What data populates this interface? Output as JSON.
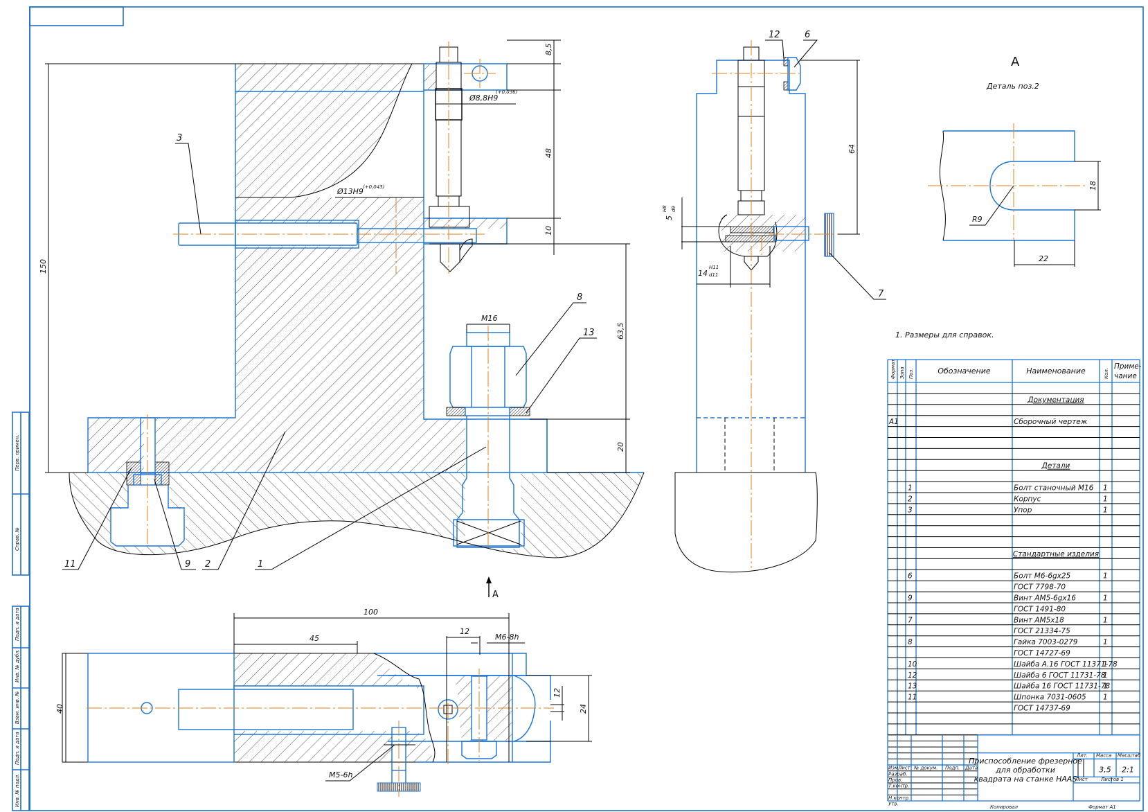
{
  "drawing": {
    "title_lines": [
      "Приспособление фрезерное",
      "для обработки",
      "квадрата на станке HAAS"
    ],
    "note": "1. Размеры для справок.",
    "view_label": "А",
    "view_arrow_label": "А",
    "detail_caption": "Деталь поз.2"
  },
  "dimensions": {
    "front_view": [
      "8,5",
      "48",
      "10",
      "63,5",
      "20",
      "150",
      "М16"
    ],
    "bore_top": "Ø8,8H9",
    "bore_top_tol": "(+0,036)",
    "bore_mid": "Ø13H9",
    "bore_mid_tol": "(+0,043)",
    "side_view": [
      "64"
    ],
    "side_fit_1": "5",
    "side_fit_1_frac_top": "H8",
    "side_fit_1_frac_bot": "d9",
    "side_fit_2": "14",
    "side_fit_2_frac_top": "H11",
    "side_fit_2_frac_bot": "d11",
    "detail": [
      "18",
      "22",
      "R9"
    ],
    "plan_view": [
      "100",
      "45",
      "12",
      "12",
      "24",
      "40",
      "М6-8h",
      "М5-6h"
    ]
  },
  "balloons": {
    "front": [
      "3",
      "8",
      "13",
      "11",
      "9",
      "2",
      "1"
    ],
    "side": [
      "12",
      "6",
      "7"
    ]
  },
  "side_stamp": [
    "Перв. примен.",
    "Справ. №",
    "Подп. и дата",
    "Инв. № дубл.",
    "Взам. инв. №",
    "Подп. и дата",
    "Инв. № подл."
  ],
  "spec_table": {
    "headers": [
      "Формат",
      "Зона",
      "Поз.",
      "Обозначение",
      "Наименование",
      "Кол.",
      "Приме-чание"
    ],
    "rows": [
      {
        "fmt": "",
        "zone": "",
        "pos": "",
        "designation": "",
        "name": "",
        "qty": "",
        "note": "",
        "section": false
      },
      {
        "fmt": "",
        "zone": "",
        "pos": "",
        "designation": "",
        "name": "Документация",
        "qty": "",
        "note": "",
        "section": true
      },
      {
        "fmt": "",
        "zone": "",
        "pos": "",
        "designation": "",
        "name": "",
        "qty": "",
        "note": "",
        "section": false
      },
      {
        "fmt": "А1",
        "zone": "",
        "pos": "",
        "designation": "",
        "name": "Сборочный чертеж",
        "qty": "",
        "note": "",
        "section": false
      },
      {
        "fmt": "",
        "zone": "",
        "pos": "",
        "designation": "",
        "name": "",
        "qty": "",
        "note": "",
        "section": false
      },
      {
        "fmt": "",
        "zone": "",
        "pos": "",
        "designation": "",
        "name": "",
        "qty": "",
        "note": "",
        "section": false
      },
      {
        "fmt": "",
        "zone": "",
        "pos": "",
        "designation": "",
        "name": "",
        "qty": "",
        "note": "",
        "section": false
      },
      {
        "fmt": "",
        "zone": "",
        "pos": "",
        "designation": "",
        "name": "Детали",
        "qty": "",
        "note": "",
        "section": true
      },
      {
        "fmt": "",
        "zone": "",
        "pos": "",
        "designation": "",
        "name": "",
        "qty": "",
        "note": "",
        "section": false
      },
      {
        "fmt": "",
        "zone": "",
        "pos": "1",
        "designation": "",
        "name": "Болт станочный М16",
        "qty": "1",
        "note": "",
        "section": false
      },
      {
        "fmt": "",
        "zone": "",
        "pos": "2",
        "designation": "",
        "name": "Корпус",
        "qty": "1",
        "note": "",
        "section": false
      },
      {
        "fmt": "",
        "zone": "",
        "pos": "3",
        "designation": "",
        "name": "Упор",
        "qty": "1",
        "note": "",
        "section": false
      },
      {
        "fmt": "",
        "zone": "",
        "pos": "",
        "designation": "",
        "name": "",
        "qty": "",
        "note": "",
        "section": false
      },
      {
        "fmt": "",
        "zone": "",
        "pos": "",
        "designation": "",
        "name": "",
        "qty": "",
        "note": "",
        "section": false
      },
      {
        "fmt": "",
        "zone": "",
        "pos": "",
        "designation": "",
        "name": "",
        "qty": "",
        "note": "",
        "section": false
      },
      {
        "fmt": "",
        "zone": "",
        "pos": "",
        "designation": "",
        "name": "Стандартные изделия",
        "qty": "",
        "note": "",
        "section": true
      },
      {
        "fmt": "",
        "zone": "",
        "pos": "",
        "designation": "",
        "name": "",
        "qty": "",
        "note": "",
        "section": false
      },
      {
        "fmt": "",
        "zone": "",
        "pos": "6",
        "designation": "",
        "name": "Болт М6-6gх25",
        "qty": "1",
        "note": "",
        "section": false
      },
      {
        "fmt": "",
        "zone": "",
        "pos": "",
        "designation": "",
        "name": "ГОСТ 7798-70",
        "qty": "",
        "note": "",
        "section": false
      },
      {
        "fmt": "",
        "zone": "",
        "pos": "9",
        "designation": "",
        "name": "Винт АМ5-6gх16",
        "qty": "1",
        "note": "",
        "section": false
      },
      {
        "fmt": "",
        "zone": "",
        "pos": "",
        "designation": "",
        "name": "ГОСТ 1491-80",
        "qty": "",
        "note": "",
        "section": false
      },
      {
        "fmt": "",
        "zone": "",
        "pos": "7",
        "designation": "",
        "name": "Винт АМ5х18",
        "qty": "1",
        "note": "",
        "section": false
      },
      {
        "fmt": "",
        "zone": "",
        "pos": "",
        "designation": "",
        "name": "ГОСТ 21334-75",
        "qty": "",
        "note": "",
        "section": false
      },
      {
        "fmt": "",
        "zone": "",
        "pos": "8",
        "designation": "",
        "name": "Гайка 7003-0279",
        "qty": "1",
        "note": "",
        "section": false
      },
      {
        "fmt": "",
        "zone": "",
        "pos": "",
        "designation": "",
        "name": "ГОСТ 14727-69",
        "qty": "",
        "note": "",
        "section": false
      },
      {
        "fmt": "",
        "zone": "",
        "pos": "10",
        "designation": "",
        "name": "Шайба А.16 ГОСТ 11371-78",
        "qty": "1",
        "note": "",
        "section": false
      },
      {
        "fmt": "",
        "zone": "",
        "pos": "12",
        "designation": "",
        "name": "Шайба 6 ГОСТ 11731-78",
        "qty": "1",
        "note": "",
        "section": false
      },
      {
        "fmt": "",
        "zone": "",
        "pos": "13",
        "designation": "",
        "name": "Шайба 16 ГОСТ 11731-78",
        "qty": "1",
        "note": "",
        "section": false
      },
      {
        "fmt": "",
        "zone": "",
        "pos": "11",
        "designation": "",
        "name": "Шпонка 7031-0605",
        "qty": "1",
        "note": "",
        "section": false
      },
      {
        "fmt": "",
        "zone": "",
        "pos": "",
        "designation": "",
        "name": "ГОСТ 14737-69",
        "qty": "",
        "note": "",
        "section": false
      },
      {
        "fmt": "",
        "zone": "",
        "pos": "",
        "designation": "",
        "name": "",
        "qty": "",
        "note": "",
        "section": false
      },
      {
        "fmt": "",
        "zone": "",
        "pos": "",
        "designation": "",
        "name": "",
        "qty": "",
        "note": "",
        "section": false
      }
    ]
  },
  "title_block": {
    "col_headers": [
      "Изм.",
      "Лист",
      "№ докум.",
      "Подп.",
      "Дата"
    ],
    "roles": [
      "Разраб.",
      "Пров.",
      "Т.контр.",
      "",
      "Н.контр.",
      "Утв."
    ],
    "lit_label": "Лит.",
    "mass_label": "Масса",
    "scale_label": "Масштаб",
    "mass": "3,5",
    "scale": "2:1",
    "sheet_label": "Лист",
    "sheets_label": "Листов",
    "sheets": "1",
    "copied_label": "Копировал",
    "format_label": "Формат",
    "format": "А1"
  }
}
